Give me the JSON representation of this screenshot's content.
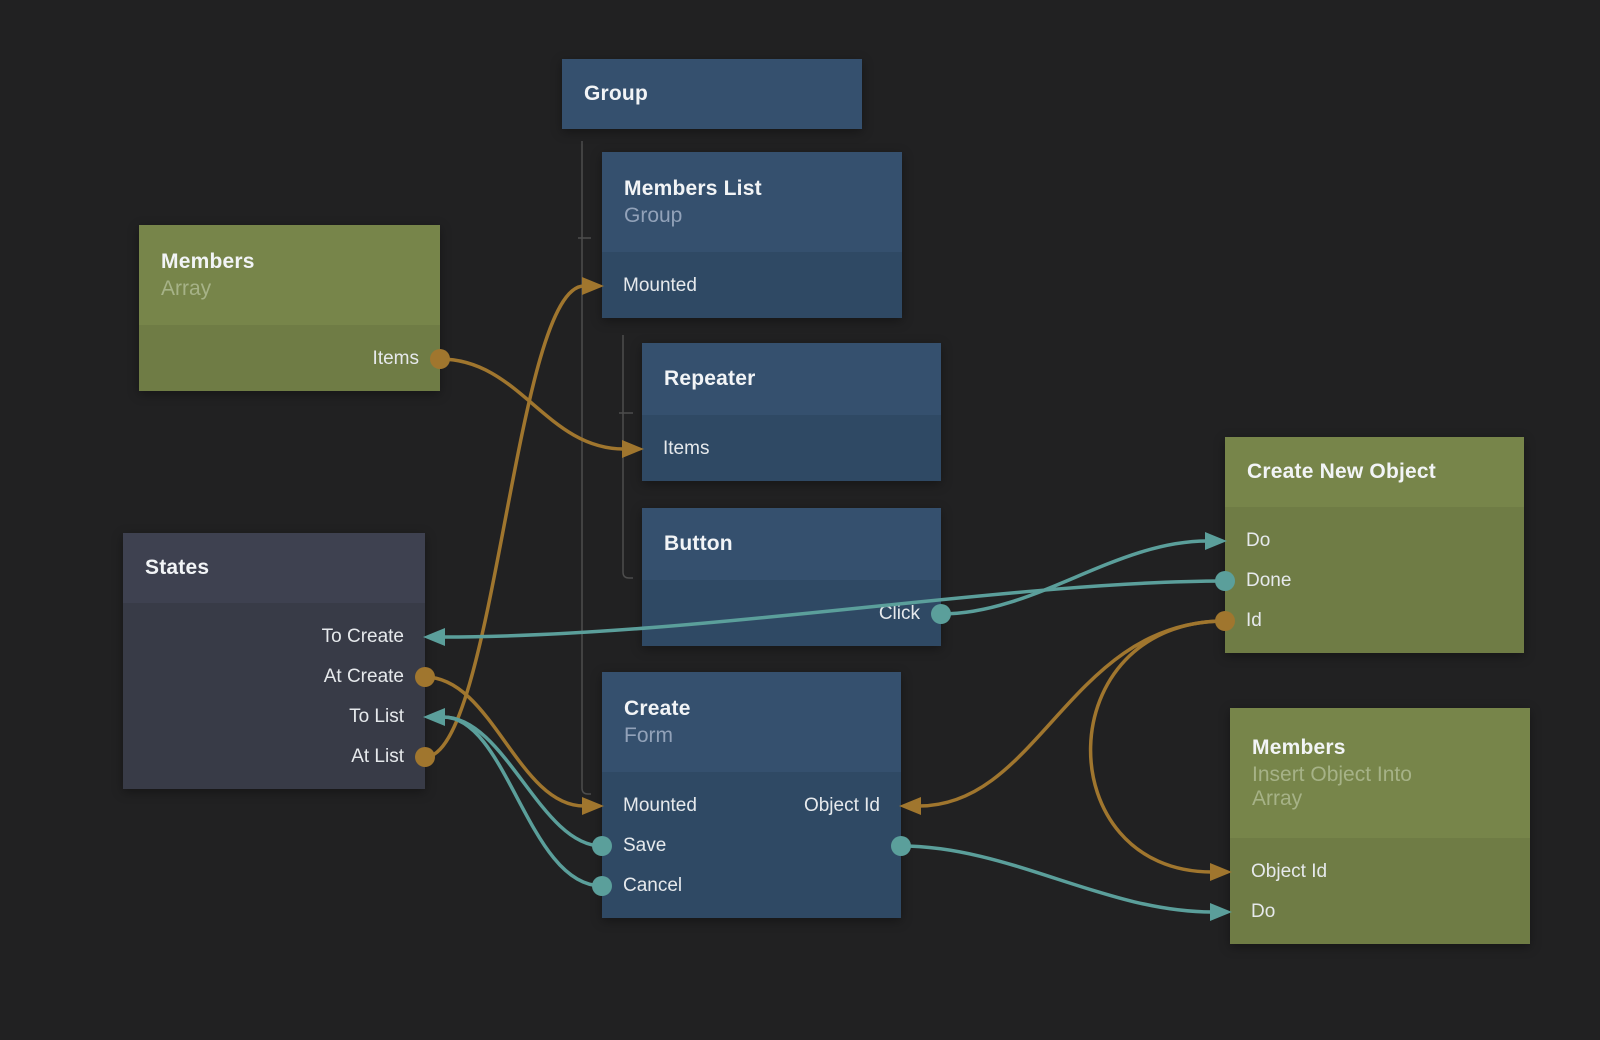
{
  "app": {
    "name": "Visual node graph editor canvas"
  },
  "palette": {
    "canvas_background": "#212122",
    "wire_signal": "#5b9f9b",
    "wire_data": "#a0762e",
    "node_blue_header": "#35506e",
    "node_blue_body": "#2f4964",
    "node_green_header": "#77854a",
    "node_green_body": "#6f7c45",
    "node_gray_header": "#3e4150",
    "node_gray_body": "#383b47",
    "hierarchy_line": "#4d4d4d"
  },
  "nodes": {
    "group": {
      "title": "Group"
    },
    "members_list": {
      "title": "Members List",
      "subtitle": "Group",
      "ports": {
        "mounted": "Mounted"
      }
    },
    "members_array": {
      "title": "Members",
      "subtitle": "Array",
      "ports": {
        "items": "Items"
      }
    },
    "repeater": {
      "title": "Repeater",
      "ports": {
        "items": "Items"
      }
    },
    "button": {
      "title": "Button",
      "ports": {
        "click": "Click"
      }
    },
    "states": {
      "title": "States",
      "ports": {
        "to_create": "To Create",
        "at_create": "At Create",
        "to_list": "To List",
        "at_list": "At List"
      }
    },
    "create_form": {
      "title": "Create",
      "subtitle": "Form",
      "ports": {
        "mounted": "Mounted",
        "object_id": "Object Id",
        "save": "Save",
        "cancel": "Cancel"
      }
    },
    "create_new_object": {
      "title": "Create New Object",
      "ports": {
        "do": "Do",
        "done": "Done",
        "id": "Id"
      }
    },
    "members_insert": {
      "title": "Members",
      "subtitle": "Insert Object Into Array",
      "ports": {
        "object_id": "Object Id",
        "do": "Do"
      }
    }
  },
  "connections": [
    {
      "from": "Members.Items",
      "to": "Repeater.Items",
      "kind": "data"
    },
    {
      "from": "States.At List",
      "to": "Members List.Mounted",
      "kind": "data"
    },
    {
      "from": "States.At Create",
      "to": "Create.Mounted",
      "kind": "data"
    },
    {
      "from": "Create.Save",
      "to": "States.To List",
      "kind": "signal"
    },
    {
      "from": "Create.Cancel",
      "to": "States.To List",
      "kind": "signal"
    },
    {
      "from": "Button.Click",
      "to": "Create New Object.Do",
      "kind": "signal"
    },
    {
      "from": "Create New Object.Done",
      "to": "States.To Create",
      "kind": "signal"
    },
    {
      "from": "Create New Object.Id",
      "to": "Create.Object Id",
      "kind": "data"
    },
    {
      "from": "Create New Object.Id",
      "to": "Members.Object Id",
      "kind": "data"
    },
    {
      "from": "Create.Save",
      "to": "Members.Do",
      "kind": "signal"
    }
  ]
}
